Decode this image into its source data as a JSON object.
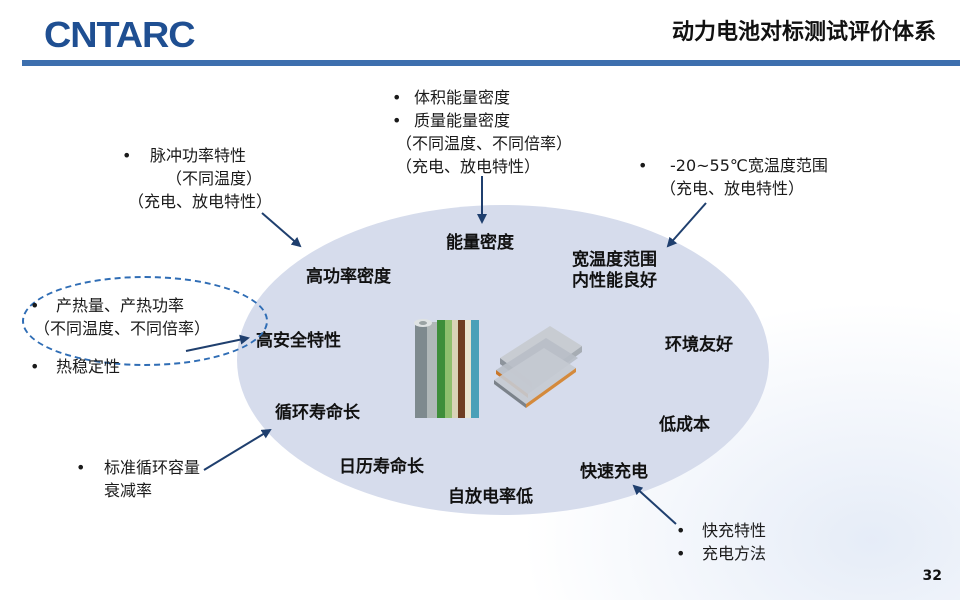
{
  "header": {
    "logo_text": "CNTARC",
    "title": "动力电池对标测试评价体系",
    "page_number": "32"
  },
  "colors": {
    "brand": "#1f4f92",
    "header_rule": "#3d6fae",
    "ellipse_fill": "#d6dcec",
    "arrow": "#1f3f6e",
    "dashed_ellipse": "#2f6db5"
  },
  "center": {
    "features": [
      "能量密度",
      "宽温度范围",
      "内性能良好",
      "高功率密度",
      "高安全特性",
      "环境友好",
      "循环寿命长",
      "低成本",
      "日历寿命长",
      "快速充电",
      "自放电率低"
    ],
    "images": [
      "cylindrical-cell-illustration",
      "prismatic-cell-illustration"
    ]
  },
  "annotations": {
    "top": [
      "体积能量密度",
      "质量能量密度",
      "（不同温度、不同倍率）",
      "（充电、放电特性）"
    ],
    "upper_left": [
      "脉冲功率特性",
      "（不同温度）",
      "（充电、放电特性）"
    ],
    "upper_right": [
      "-20~55℃宽温度范围",
      "（充电、放电特性）"
    ],
    "left": [
      "产热量、产热功率",
      "（不同温度、不同倍率）",
      "热稳定性"
    ],
    "lower_left": [
      "标准循环容量",
      "衰减率"
    ],
    "lower_right": [
      "快充特性",
      "充电方法"
    ]
  }
}
